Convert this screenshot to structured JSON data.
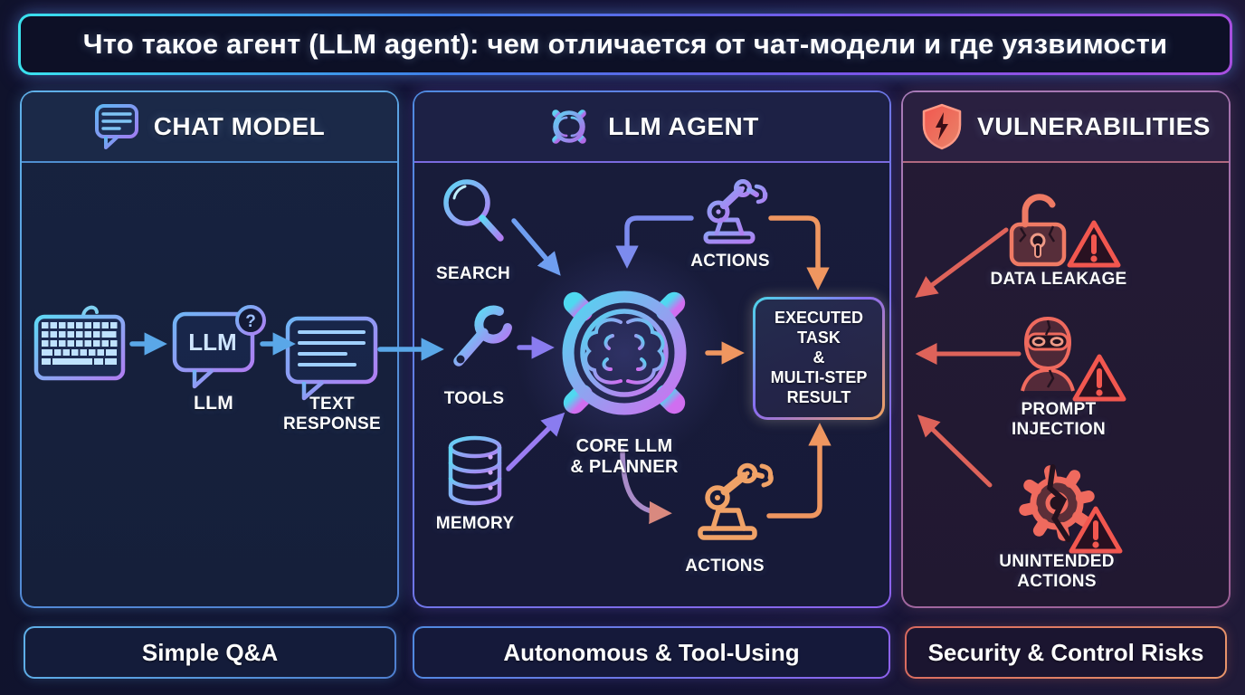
{
  "title": "Что такое агент (LLM agent): чем отличается от чат-модели и где уязвимости",
  "colors": {
    "accent_cyan": "#3ae2ee",
    "accent_blue": "#5aa7e8",
    "accent_purple": "#8d62ee",
    "accent_orange": "#ef9660",
    "accent_red": "#ef6a5e",
    "background": "#12142e"
  },
  "panels": {
    "chat_model": {
      "header": "CHAT MODEL",
      "header_icon": "chat-bubble-icon",
      "flow": {
        "keyboard_icon": "keyboard-icon",
        "llm_bubble_text": "LLM",
        "llm_bubble_question_mark": "?",
        "llm_label": "LLM",
        "response_label": [
          "TEXT",
          "RESPONSE"
        ]
      },
      "footer": "Simple Q&A"
    },
    "llm_agent": {
      "header": "LLM AGENT",
      "header_icon": "gear-brain-icon",
      "nodes": {
        "search": "SEARCH",
        "tools": "TOOLS",
        "memory": "MEMORY",
        "core": [
          "CORE LLM",
          "& PLANNER"
        ],
        "actions_top": "ACTIONS",
        "actions_bottom": "ACTIONS",
        "result_lines": [
          "EXECUTED",
          "TASK",
          "&",
          "MULTI-STEP",
          "RESULT"
        ]
      },
      "footer": "Autonomous & Tool-Using"
    },
    "vulnerabilities": {
      "header": "VULNERABILITIES",
      "header_icon": "cracked-shield-icon",
      "items": [
        {
          "icon": "broken-lock-warning-icon",
          "lines": [
            "DATA LEAKAGE"
          ]
        },
        {
          "icon": "hacker-warning-icon",
          "lines": [
            "PROMPT",
            "INJECTION"
          ]
        },
        {
          "icon": "broken-gear-warning-icon",
          "lines": [
            "UNINTENDED",
            "ACTIONS"
          ]
        }
      ],
      "footer": "Security & Control Risks"
    }
  }
}
